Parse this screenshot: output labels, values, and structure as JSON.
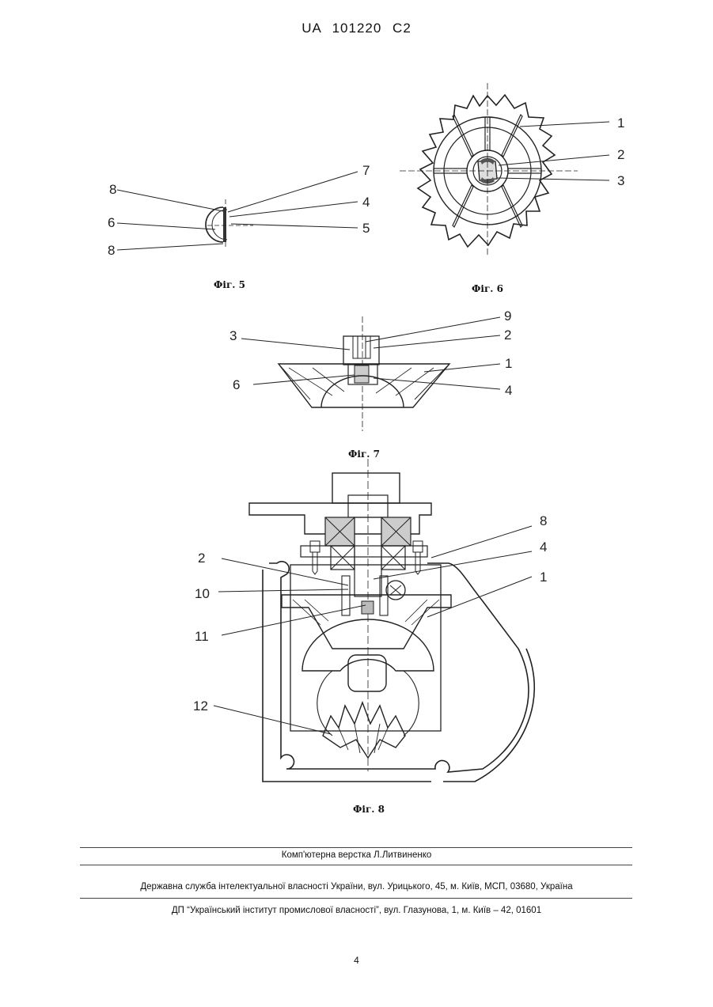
{
  "header": {
    "patent_number": "UA   101220   C2"
  },
  "figures": {
    "fig5": {
      "caption": "Фіг. 5",
      "labels": {
        "l8a": "8",
        "l6": "6",
        "l8b": "8",
        "l7": "7",
        "l4": "4",
        "l5": "5"
      }
    },
    "fig6": {
      "caption": "Фіг. 6",
      "labels": {
        "l1": "1",
        "l2": "2",
        "l3": "3"
      }
    },
    "fig7": {
      "caption": "Фіг. 7",
      "labels": {
        "l3": "3",
        "l6": "6",
        "l9": "9",
        "l2": "2",
        "l1": "1",
        "l4": "4"
      }
    },
    "fig8": {
      "caption": "Фіг. 8",
      "labels": {
        "l2": "2",
        "l10": "10",
        "l11": "11",
        "l12": "12",
        "l8": "8",
        "l4": "4",
        "l1": "1"
      }
    }
  },
  "footer": {
    "typesetting": "Комп'ютерна верстка Л.Литвиненко",
    "office": "Державна служба інтелектуальної власності України, вул. Урицького, 45, м. Київ, МСП, 03680, Україна",
    "publisher": "ДП “Український інститут промислової власності”, вул. Глазунова, 1, м. Київ – 42, 01601",
    "page_number": "4"
  }
}
